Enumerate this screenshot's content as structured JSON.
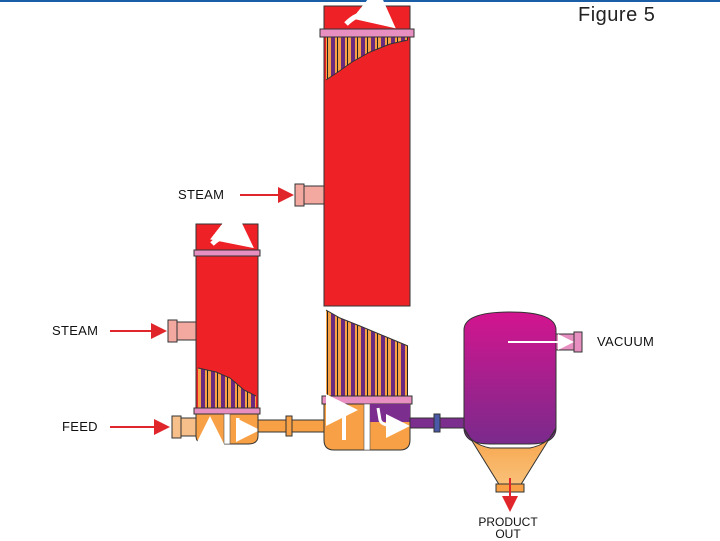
{
  "figure": {
    "title": "Figure 5"
  },
  "labels": {
    "steam_1": "STEAM",
    "steam_2": "STEAM",
    "feed": "FEED",
    "vacuum": "VACUUM",
    "product_line1": "PRODUCT",
    "product_line2": "OUT"
  },
  "colors": {
    "red": "#ee2226",
    "orange": "#f7a045",
    "purple": "#7b2e8e",
    "magenta": "#d3158f",
    "pink": "#e78fc0",
    "arrow_red": "#e0262b",
    "top_rule": "#1a5ea8"
  }
}
